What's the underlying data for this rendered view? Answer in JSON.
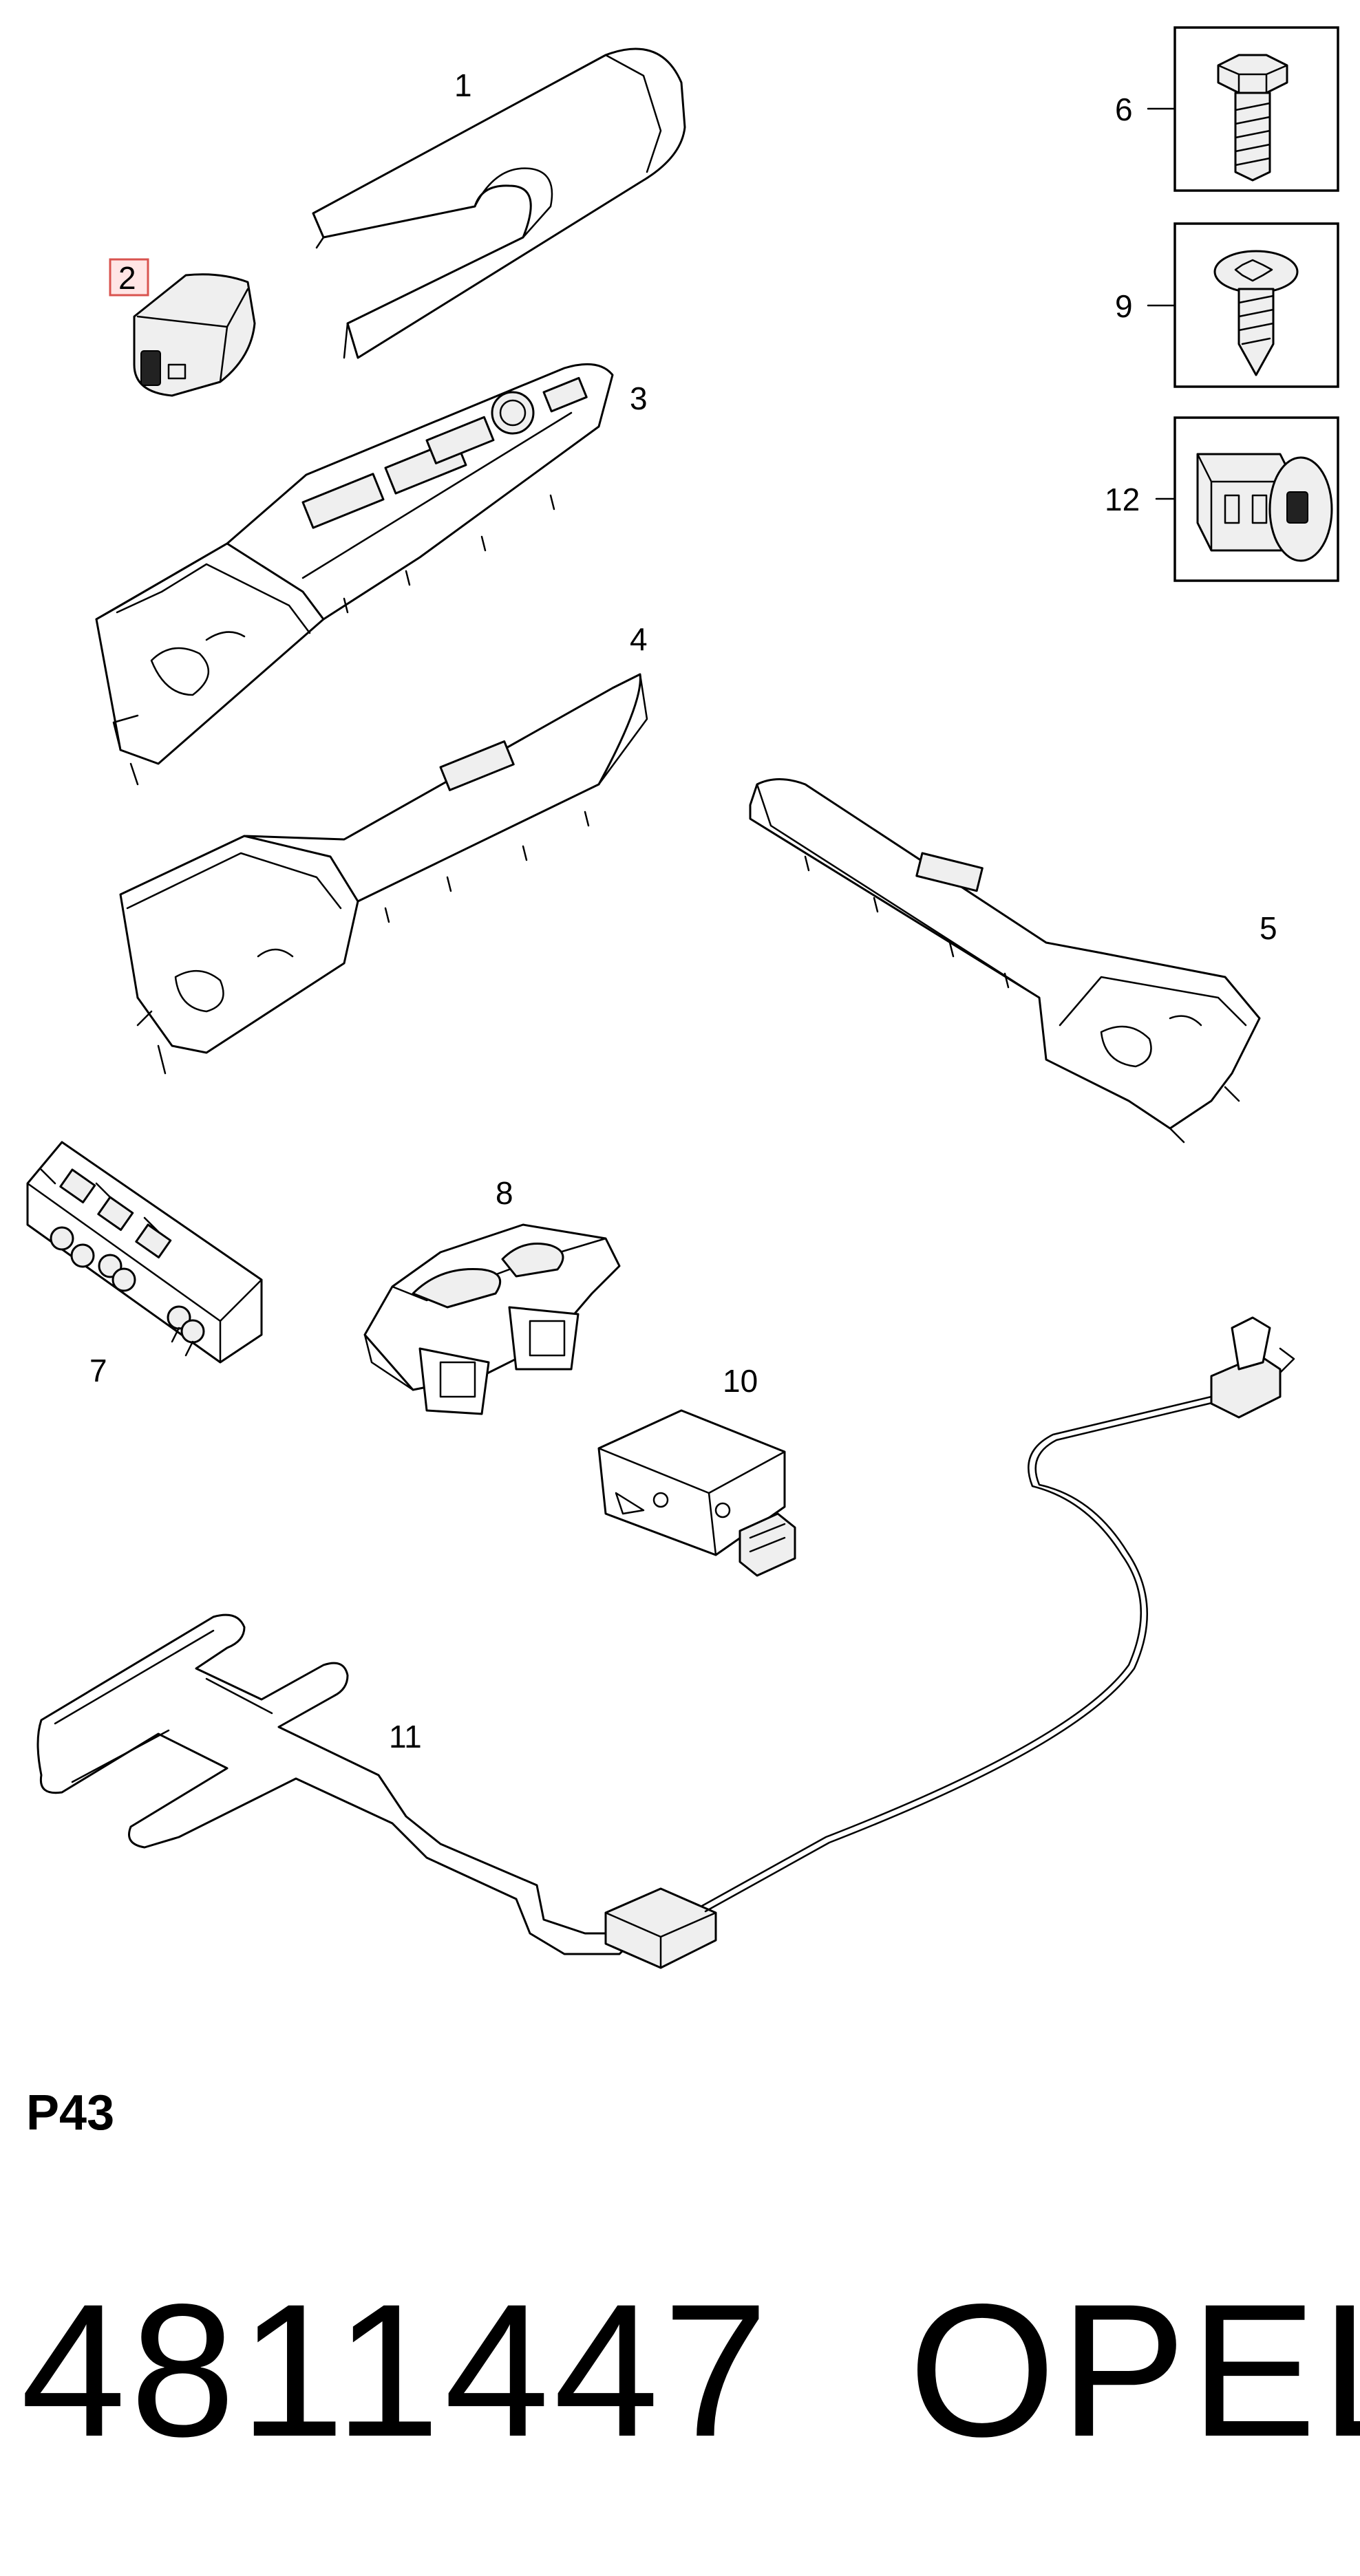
{
  "callouts": {
    "c1": "1",
    "c2": "2",
    "c3": "3",
    "c4": "4",
    "c5": "5",
    "c6": "6",
    "c7": "7",
    "c8": "8",
    "c9": "9",
    "c10": "10",
    "c11": "11",
    "c12": "12"
  },
  "highlighted_callout": "2",
  "page_code": "P43",
  "part_number": "4811447",
  "brand": "OPEL",
  "colors": {
    "line": "#000000",
    "highlight_border": "#d9534f",
    "highlight_fill": "#ffe5e5"
  }
}
